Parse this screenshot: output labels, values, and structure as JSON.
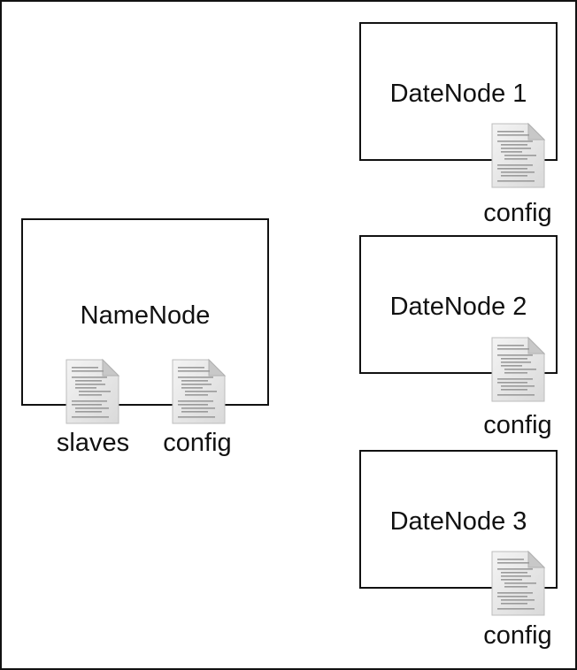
{
  "diagram": {
    "name_node": {
      "label": "NameNode",
      "files": [
        {
          "label": "slaves",
          "icon": "document-icon"
        },
        {
          "label": "config",
          "icon": "document-icon"
        }
      ]
    },
    "data_nodes": [
      {
        "label": "DateNode 1",
        "file": {
          "label": "config",
          "icon": "document-icon"
        }
      },
      {
        "label": "DateNode 2",
        "file": {
          "label": "config",
          "icon": "document-icon"
        }
      },
      {
        "label": "DateNode 3",
        "file": {
          "label": "config",
          "icon": "document-icon"
        }
      }
    ],
    "colors": {
      "border": "#111111",
      "background": "#ffffff",
      "icon_gray": "#d9d9d9"
    }
  }
}
